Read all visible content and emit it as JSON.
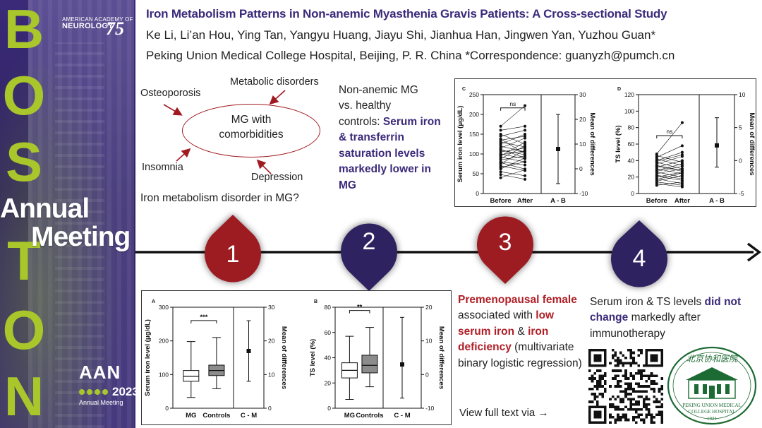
{
  "banner": {
    "vertical_text": [
      "B",
      "O",
      "S",
      "T",
      "O",
      "N"
    ],
    "brand_small": "AMERICAN ACADEMY OF",
    "brand_big": "NEUROLOGY",
    "brand_anniv": "75",
    "annual_line1": "Annual",
    "annual_line2": "Meeting",
    "logo_aan": "AAN",
    "logo_year": "2023",
    "logo_sub": "Annual Meeting"
  },
  "header": {
    "title": "Iron Metabolism Patterns in Non-anemic Myasthenia Gravis Patients: A Cross-sectional Study",
    "authors": "Ke Li, Li’an Hou, Ying Tan, Yangyu Huang, Jiayu Shi, Jianhua Han, Jingwen Yan, Yuzhou Guan*",
    "affiliation": "Peking Union Medical College Hospital, Beijing, P. R. China *Correspondence: guanyzh@pumch.cn"
  },
  "diagram": {
    "center": [
      "MG with",
      "comorbidities"
    ],
    "osteoporosis": "Osteoporosis",
    "metabolic": "Metabolic disorders",
    "insomnia": "Insomnia",
    "depression": "Depression",
    "question": "Iron metabolism disorder in MG?"
  },
  "step2": {
    "plain": [
      "Non-anemic MG",
      "vs. healthy",
      "controls:"
    ],
    "highlight": "Serum iron & transferrin saturation levels markedly lower in MG"
  },
  "step3": {
    "red1": "Premenopausal female",
    "plain1": " associated with ",
    "red2": "low serum iron",
    "plain2": " & ",
    "red3": "iron deficiency",
    "plain3": " (multivariate binary logistic regression)"
  },
  "step4": {
    "plain1": "Serum iron & TS levels ",
    "highlight": "did not change",
    "plain2": " markedly after immunotherapy"
  },
  "view_full": "View full text via →",
  "timeline": {
    "markers": [
      "1",
      "2",
      "3",
      "4"
    ],
    "colors": {
      "red": "#9c1b24",
      "purple": "#2f2360"
    }
  },
  "seal": {
    "line1": "PEKING UNION MEDICAL",
    "line2": "COLLEGE HOSPITAL",
    "year": "1921",
    "chars": "北京协和医院"
  },
  "chart_data": [
    {
      "panel": "A",
      "type": "box",
      "ylabel": "Serum iron level (μg/dL)",
      "ylim": [
        0,
        300
      ],
      "yticks": [
        0,
        100,
        200,
        300
      ],
      "categories": [
        "MG",
        "Controls"
      ],
      "boxes": [
        {
          "name": "MG",
          "min": 32,
          "q1": 80,
          "median": 95,
          "q3": 112,
          "max": 198,
          "fill": "#ffffff"
        },
        {
          "name": "Controls",
          "min": 58,
          "q1": 97,
          "median": 112,
          "q3": 128,
          "max": 210,
          "fill": "#8c8c8c"
        }
      ],
      "significance": "***",
      "diff": {
        "label": "C - M",
        "ylabel": "Mean of differences",
        "ylim": [
          0,
          30
        ],
        "yticks": [
          0,
          10,
          20,
          30
        ],
        "mean": 17,
        "low": 8,
        "high": 26
      }
    },
    {
      "panel": "B",
      "type": "box",
      "ylabel": "TS level (%)",
      "ylim": [
        0,
        80
      ],
      "yticks": [
        0,
        20,
        40,
        60,
        80
      ],
      "categories": [
        "MG",
        "Controls"
      ],
      "boxes": [
        {
          "name": "MG",
          "min": 7,
          "q1": 24,
          "median": 30,
          "q3": 36,
          "max": 57,
          "fill": "#ffffff"
        },
        {
          "name": "Controls",
          "min": 17,
          "q1": 28,
          "median": 34,
          "q3": 42,
          "max": 64,
          "fill": "#8c8c8c"
        }
      ],
      "significance": "**",
      "diff": {
        "label": "C - M",
        "ylabel": "Mean of differences",
        "ylim": [
          -10,
          20
        ],
        "yticks": [
          -10,
          0,
          10,
          20
        ],
        "mean": 3,
        "low": -7,
        "high": 17
      }
    },
    {
      "panel": "C",
      "type": "paired",
      "ylabel": "Serum iron level (μg/dL)",
      "ylim": [
        0,
        250
      ],
      "yticks": [
        0,
        50,
        100,
        150,
        200,
        250
      ],
      "categories": [
        "Before",
        "After"
      ],
      "pairs": [
        [
          40,
          60
        ],
        [
          55,
          45
        ],
        [
          62,
          90
        ],
        [
          70,
          58
        ],
        [
          75,
          110
        ],
        [
          80,
          72
        ],
        [
          85,
          95
        ],
        [
          88,
          120
        ],
        [
          92,
          80
        ],
        [
          95,
          130
        ],
        [
          100,
          88
        ],
        [
          105,
          115
        ],
        [
          110,
          98
        ],
        [
          115,
          140
        ],
        [
          120,
          105
        ],
        [
          125,
          150
        ],
        [
          130,
          118
        ],
        [
          138,
          100
        ],
        [
          145,
          160
        ],
        [
          150,
          125
        ],
        [
          160,
          170
        ],
        [
          170,
          222
        ],
        [
          48,
          36
        ],
        [
          66,
          80
        ],
        [
          78,
          62
        ],
        [
          98,
          108
        ],
        [
          112,
          90
        ],
        [
          135,
          145
        ]
      ],
      "significance": "ns",
      "diff": {
        "label": "A - B",
        "ylabel": "Mean of differences",
        "ylim": [
          -10,
          30
        ],
        "yticks": [
          -10,
          0,
          10,
          20,
          30
        ],
        "mean": 8,
        "low": -6,
        "high": 22
      }
    },
    {
      "panel": "D",
      "type": "paired",
      "ylabel": "TS level (%)",
      "ylim": [
        0,
        120
      ],
      "yticks": [
        0,
        20,
        40,
        60,
        80,
        100,
        120
      ],
      "categories": [
        "Before",
        "After"
      ],
      "pairs": [
        [
          10,
          14
        ],
        [
          12,
          8
        ],
        [
          15,
          22
        ],
        [
          18,
          12
        ],
        [
          20,
          26
        ],
        [
          22,
          18
        ],
        [
          24,
          30
        ],
        [
          26,
          20
        ],
        [
          28,
          36
        ],
        [
          30,
          24
        ],
        [
          32,
          40
        ],
        [
          34,
          28
        ],
        [
          36,
          45
        ],
        [
          38,
          30
        ],
        [
          40,
          50
        ],
        [
          42,
          34
        ],
        [
          44,
          58
        ],
        [
          46,
          38
        ],
        [
          48,
          86
        ],
        [
          14,
          10
        ],
        [
          17,
          25
        ],
        [
          21,
          16
        ],
        [
          27,
          33
        ],
        [
          33,
          27
        ],
        [
          39,
          47
        ]
      ],
      "significance": "ns",
      "diff": {
        "label": "A - B",
        "ylabel": "Mean of differences",
        "ylim": [
          -5,
          10
        ],
        "yticks": [
          -5,
          0,
          5,
          10
        ],
        "mean": 2.3,
        "low": -1,
        "high": 6.5
      }
    }
  ]
}
